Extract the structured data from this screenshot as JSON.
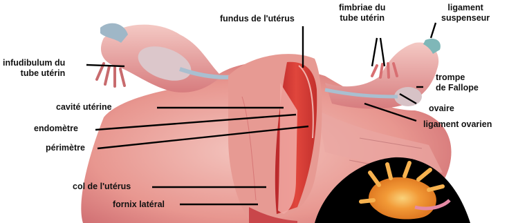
{
  "labels": {
    "infundibulum": "infudibulum du\ntube utérin",
    "fundus": "fundus de l'utérus",
    "fimbriae": "fimbriae du\ntube utérin",
    "ligament_suspenseur": "ligament\nsuspenseur",
    "trompe": "trompe\nde Fallope",
    "ovaire": "ovaire",
    "ligament_ovarien": "ligament ovarien",
    "cavite": "cavité utérine",
    "endometre": "endomètre",
    "perimetre": "périmètre",
    "col": "col de l'utérus",
    "fornix": "fornix latéral"
  },
  "colors": {
    "tissue_light": "#f1b8b3",
    "tissue_mid": "#e48b86",
    "tissue_dark": "#c8555a",
    "muscle_red": "#d12f2a",
    "ovary": "#d9c6c8",
    "inset_black": "#000000",
    "fimbria_orange": "#f6a23c",
    "leader": "#000000"
  }
}
